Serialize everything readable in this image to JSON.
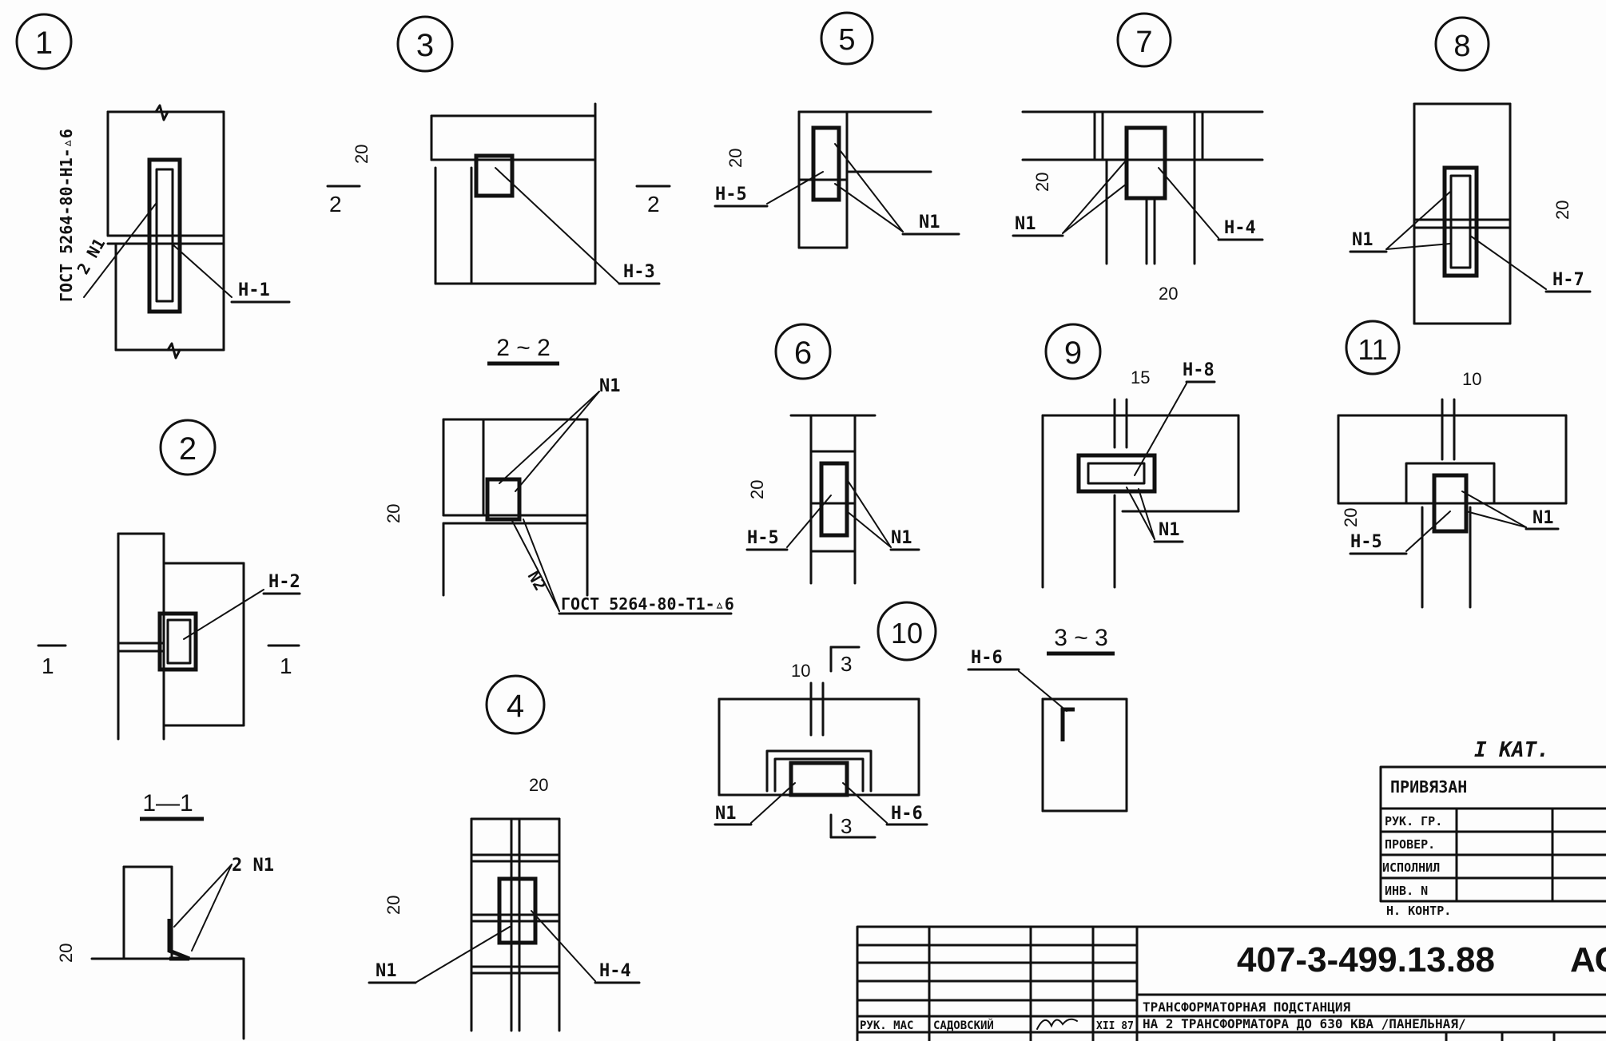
{
  "details": [
    {
      "id": "1",
      "labels": [
        "Н-1"
      ],
      "gost": "ГОСТ 5264-80-Н1-▵6",
      "anchor": "2 N1"
    },
    {
      "id": "2",
      "labels": [
        "Н-2"
      ],
      "section": "1"
    },
    {
      "id": "3",
      "labels": [
        "Н-3"
      ],
      "dim": "20",
      "section": "2"
    },
    {
      "id": "4",
      "labels": [
        "Н-4",
        "N1"
      ],
      "dims": [
        "20",
        "20"
      ]
    },
    {
      "id": "5",
      "labels": [
        "Н-5",
        "N1"
      ],
      "dim": "20"
    },
    {
      "id": "6",
      "labels": [
        "Н-5",
        "N1"
      ],
      "dim": "20"
    },
    {
      "id": "7",
      "labels": [
        "Н-4",
        "N1"
      ],
      "dims": [
        "20",
        "20"
      ]
    },
    {
      "id": "8",
      "labels": [
        "Н-7",
        "N1"
      ],
      "dim": "20"
    },
    {
      "id": "9",
      "labels": [
        "Н-8",
        "N1"
      ],
      "dim": "15"
    },
    {
      "id": "10",
      "labels": [
        "Н-6",
        "N1"
      ],
      "dim": "10",
      "section": "3"
    },
    {
      "id": "11",
      "labels": [
        "Н-5",
        "N1"
      ],
      "dims": [
        "10",
        "20"
      ]
    }
  ],
  "sections": [
    {
      "id": "1-1",
      "title": "1—1",
      "labels": [
        "2 N1"
      ],
      "dim": "20"
    },
    {
      "id": "2-2",
      "title": "2 ~ 2",
      "labels": [
        "N1",
        "N2"
      ],
      "gost": "ГОСТ 5264-80-Т1-▵6",
      "dim": "20"
    },
    {
      "id": "3-3",
      "title": "3 ~ 3",
      "labels": [
        "Н-6"
      ]
    }
  ],
  "binding_block": {
    "category": "I КАТ.",
    "title": "ПРИВЯЗАН",
    "rows": [
      "РУК. ГР.",
      "ПРОВЕР.",
      "ИСПОЛНИЛ",
      "ИНВ. N",
      "Н. КОНТР."
    ]
  },
  "title_block": {
    "code": "407-3-499.13.88",
    "sheet_mark": "АС",
    "description_1": "ТРАНСФОРМАТОРНАЯ  ПОДСТАНЦИЯ",
    "description_2": "НА 2 ТРАНСФОРМАТОРА  ДО 630 КВА  /ПАНЕЛЬНАЯ/",
    "role": "РУК. МАС",
    "person": "САДОВСКИЙ",
    "date": "XII 87"
  }
}
